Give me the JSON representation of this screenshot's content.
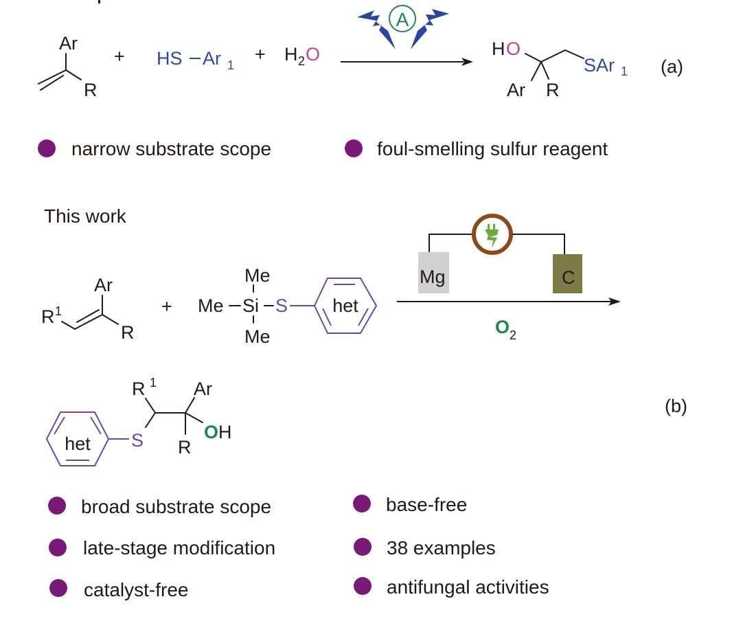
{
  "colors": {
    "ink": "#231815",
    "bullet": "#7a1a78",
    "oxygen_pink": "#c5449a",
    "sulfur_blue": "#2e4aa0",
    "sulfur_purple": "#6a4aa0",
    "ring_purple": "#6a4aa0",
    "oxygen_green": "#1a8a4a",
    "anode_gray": "#d0d0d0",
    "cathode_olive": "#7e7a45",
    "power_brown": "#8b4a1a",
    "plug_green": "#6aaa3a",
    "lightning_blue": "#2a45a0",
    "catalyst_green": "#1a8a4a"
  },
  "scheme_a": {
    "label": "(a)",
    "reactant_alkene": {
      "top": "Ar",
      "right": "R"
    },
    "plus1": "+",
    "thiol": {
      "text": "HS",
      "dash": "−",
      "ar": "Ar",
      "sub": "1"
    },
    "plus2": "+",
    "water": {
      "h": "H",
      "sub": "2",
      "o": "O"
    },
    "catalyst_label": "A",
    "catalyst_icon": "catalyst-circle-with-lightning",
    "product": {
      "h": "H",
      "o": "O",
      "sar": "SAr",
      "sub": "1",
      "ar": "Ar",
      "r": "R"
    },
    "drawbacks": [
      "narrow substrate scope",
      "foul-smelling sulfur reagent"
    ]
  },
  "scheme_b": {
    "title": "This work",
    "label": "(b)",
    "reactant_alkene": {
      "r1": "R",
      "r1_sup": "1",
      "top": "Ar",
      "right": "R"
    },
    "plus": "+",
    "silane": {
      "me_top": "Me",
      "me_left": "Me",
      "dash": "−",
      "si": "Si",
      "s": "S",
      "me_bottom": "Me",
      "ring": "het"
    },
    "cell": {
      "anode": "Mg",
      "cathode": "C",
      "power_icon": "plug-lightning-icon"
    },
    "oxidant": {
      "o": "O",
      "sub": "2"
    },
    "product": {
      "ring": "het",
      "s": "S",
      "r1": "R",
      "r1_sup": "1",
      "ar": "Ar",
      "o": "O",
      "h": "H",
      "r": "R"
    },
    "advantages_left": [
      "broad substrate scope",
      "late-stage modification",
      "catalyst-free"
    ],
    "advantages_right": [
      "base-free",
      "38 examples",
      "antifungal activities"
    ]
  }
}
